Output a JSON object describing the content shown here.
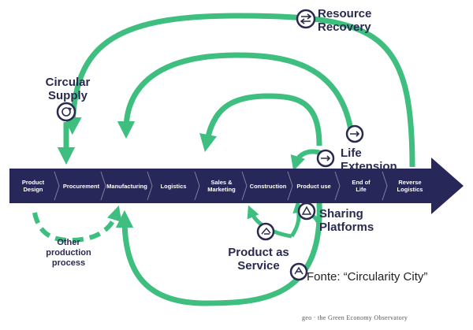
{
  "stages": [
    "Product Design",
    "Procurement",
    "Manufacturing",
    "Logistics",
    "Sales & Marketing",
    "Construction",
    "Product use",
    "End of Life",
    "Reverse Logistics"
  ],
  "labels": {
    "resource_recovery": "Resource Recovery",
    "circular_supply": "Circular Supply",
    "life_extension": "Life Extension",
    "sharing_platforms": "Sharing Platforms",
    "product_as_service": "Product as Service",
    "other_production_process": "Other production process"
  },
  "source_note": "Fonte: “Circularity City”",
  "footer": "geo · the Green Economy Observatory",
  "colors": {
    "arrow_green": "#3fbf7f",
    "bar_navy": "#27275a",
    "icon_navy": "#2a2a50"
  },
  "icons": [
    "recovery-icon",
    "circular-supply-icon",
    "life-extension-icon",
    "sharing-icon",
    "product-service-icon",
    "service-icon"
  ]
}
